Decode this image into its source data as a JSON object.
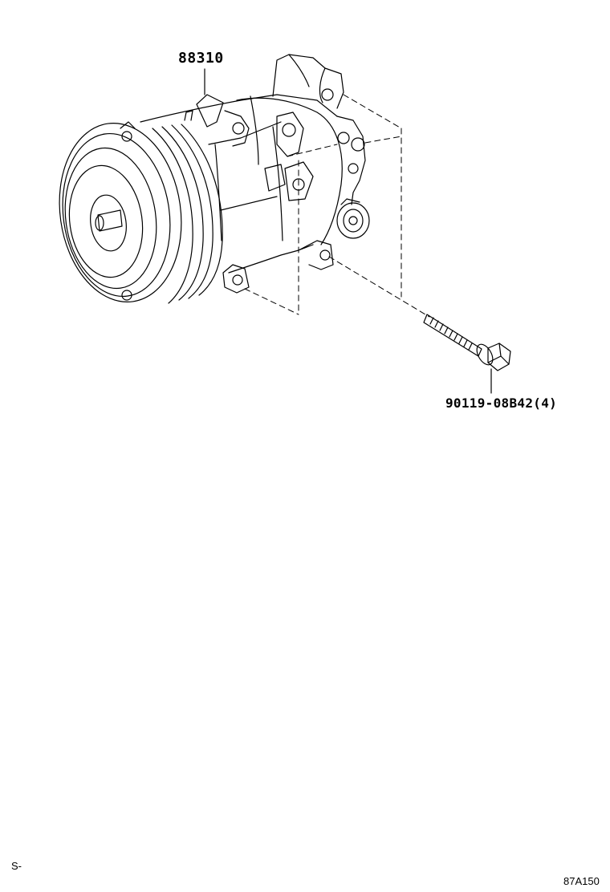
{
  "parts": [
    {
      "part_number": "88310",
      "description": ""
    },
    {
      "part_number": "90119-08B42",
      "quantity": "(4)"
    }
  ],
  "labels": {
    "compressor": "88310",
    "bolt": "90119-08B42(4)"
  },
  "footer": {
    "left_code": "S-",
    "illustration_id": "87A150"
  }
}
